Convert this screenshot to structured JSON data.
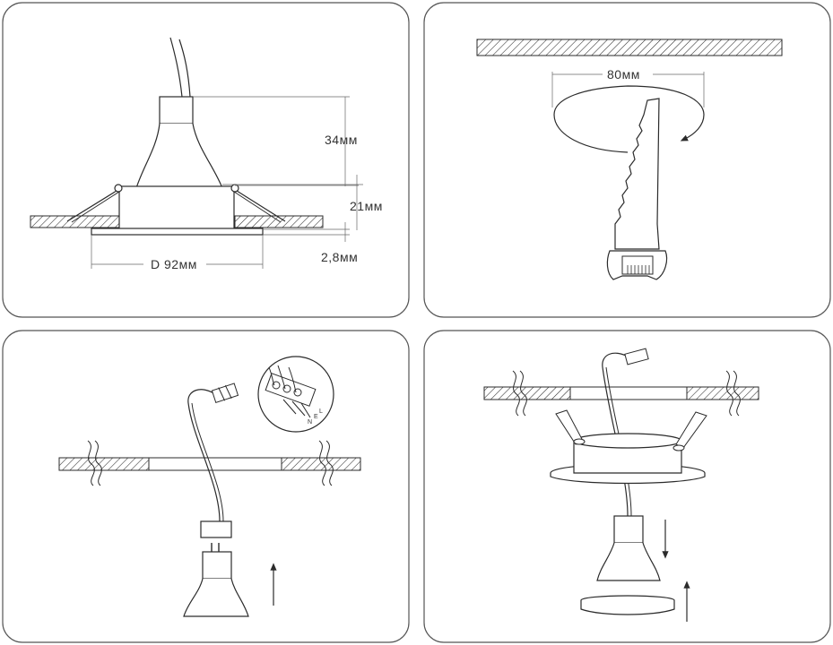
{
  "panels": [
    {
      "id": "dimensions",
      "labels": {
        "height_lamp": "34мм",
        "height_body": "21мм",
        "rim_thickness": "2,8мм",
        "diameter": "D 92мм"
      }
    },
    {
      "id": "cutout",
      "labels": {
        "cutout_diameter": "80мм"
      }
    },
    {
      "id": "wiring",
      "labels": {
        "terminal_l": "L",
        "terminal_e": "E",
        "terminal_n": "N"
      }
    },
    {
      "id": "install"
    }
  ],
  "colors": {
    "line": "#2b2b2b",
    "panel_border": "#555555",
    "dim_line": "#666666",
    "hatch": "#2b2b2b"
  }
}
